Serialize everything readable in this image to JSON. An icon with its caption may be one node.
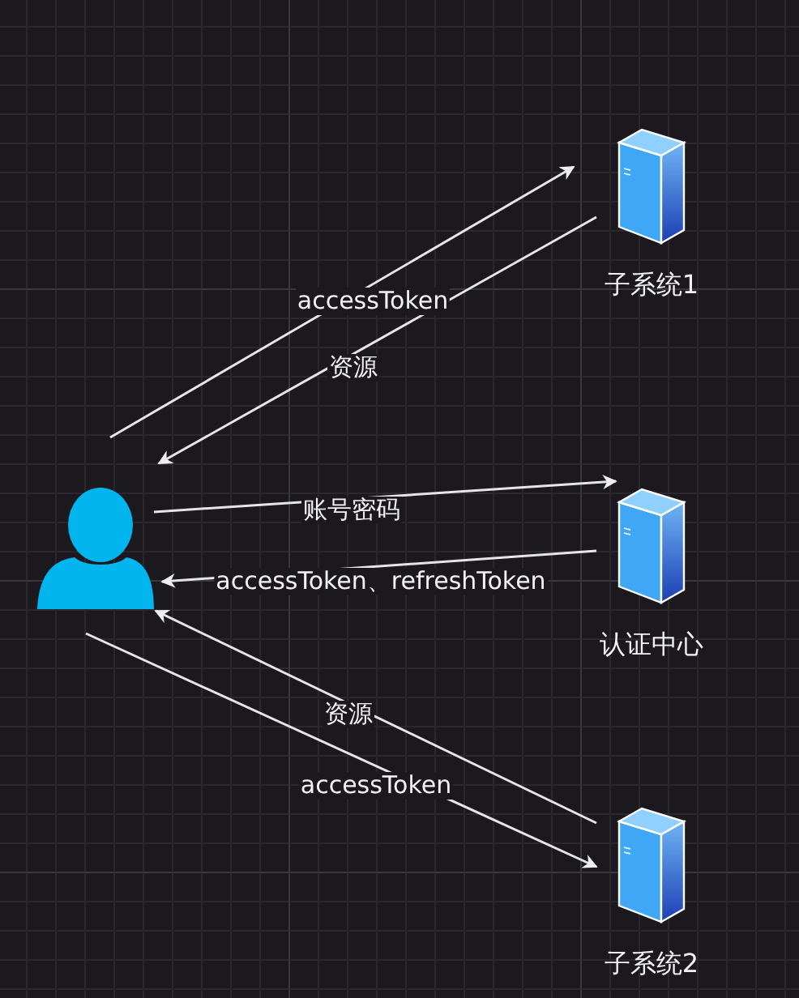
{
  "diagram": {
    "nodes": [
      {
        "text": [],
        "shape": "person"
      },
      {
        "text": [
          "子系统1"
        ]
      },
      {
        "text": [
          "认证中心"
        ]
      },
      {
        "text": [
          "子系统2"
        ]
      }
    ],
    "edges": [
      {
        "from": 0,
        "to": 1,
        "arrow": "to",
        "label": "accessToken"
      },
      {
        "from": 1,
        "to": 0,
        "arrow": "to",
        "label": "资源"
      },
      {
        "from": 0,
        "to": 2,
        "arrow": "to",
        "label": "账号密码"
      },
      {
        "from": 2,
        "to": 0,
        "arrow": "to",
        "label": "accessToken、refreshToken"
      },
      {
        "from": 3,
        "to": 0,
        "arrow": "to",
        "label": "资源"
      },
      {
        "from": 0,
        "to": 3,
        "arrow": "to",
        "label": "accessToken"
      }
    ]
  }
}
